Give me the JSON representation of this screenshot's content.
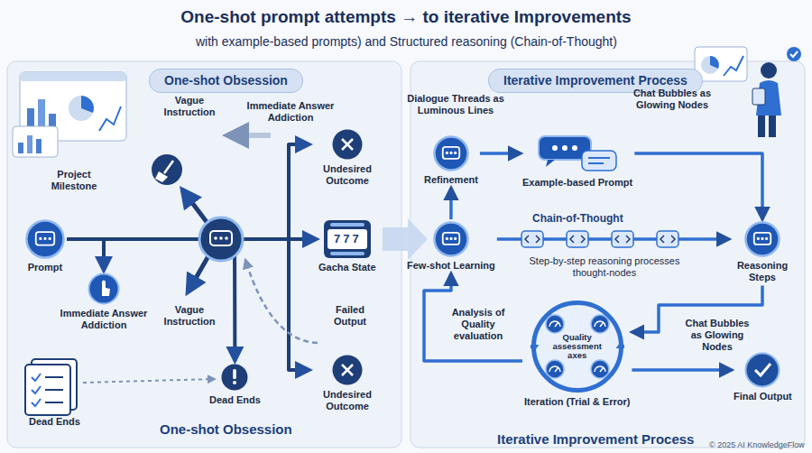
{
  "diagram": {
    "title": "One-shot prompt attempts → to iterative Improvements",
    "nodes": [
      {
        "text": [
          "One-shot Obsession"
        ]
      },
      {
        "text": [
          "Iterative Improvement Process"
        ]
      },
      {
        "text": [
          "Prompt"
        ]
      },
      {
        "text": [
          "Immediate Answer Addiction"
        ]
      },
      {
        "text": [
          "Undesired Outcome"
        ]
      },
      {
        "text": [
          "Gacha State"
        ]
      },
      {
        "text": [
          "Dead Ends"
        ]
      },
      {
        "text": [
          "Undesired Outcome"
        ]
      },
      {
        "text": [
          "Refinement"
        ]
      },
      {
        "text": [
          "Example-based Prompt"
        ]
      },
      {
        "text": [
          "Few-shot Learning"
        ]
      },
      {
        "text": [
          "Reasoning Steps"
        ]
      },
      {
        "text": [
          "Quality assessment axes",
          "Iteration (Trial & Error)"
        ]
      },
      {
        "text": [
          "Final Output"
        ]
      }
    ],
    "edges": [
      {
        "from": 2,
        "to": 5,
        "arrow": "to"
      },
      {
        "from": 2,
        "to": 4,
        "arrow": "to"
      },
      {
        "from": 2,
        "to": 7,
        "arrow": "to"
      },
      {
        "from": 2,
        "to": 3,
        "arrow": "to"
      },
      {
        "from": 2,
        "to": 6,
        "arrow": "to"
      },
      {
        "from": 8,
        "to": 9,
        "arrow": "to"
      },
      {
        "from": 9,
        "to": 11,
        "arrow": "to"
      },
      {
        "from": 10,
        "to": 11,
        "arrow": "to"
      },
      {
        "from": 11,
        "to": 12,
        "arrow": "to"
      },
      {
        "from": 12,
        "to": 10,
        "arrow": "to"
      },
      {
        "from": 10,
        "to": 8,
        "arrow": "to"
      },
      {
        "from": 12,
        "to": 13,
        "arrow": "to"
      }
    ],
    "labels": [
      "with example-based prompts) and Structured reasoning (Chain-of-Thought)",
      "Vague Instruction",
      "Immediate Answer Addiction",
      "Project Milestone",
      "Vague Instruction",
      "Failed Output",
      "Dead Ends",
      "One-shot Obsession",
      "Dialogue Threads as Luminous Lines",
      "Chat Bubbles as Glowing Nodes",
      "Chain-of-Thought",
      "Step-by-step reasoning processes thought-nodes",
      "Analysis of Quality evaluation",
      "Chat Bubbles as Glowing Nodes",
      "Iterative Improvement Process",
      "© 2025 AI KnowledgeFlow",
      "777"
    ]
  }
}
